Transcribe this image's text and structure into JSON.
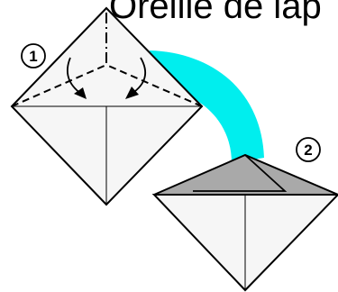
{
  "title": "Oreille de lap",
  "steps": [
    {
      "number": "1"
    },
    {
      "number": "2"
    }
  ],
  "colors": {
    "connector": "#00eeee",
    "paper_white": "#f6f6f6",
    "paper_back": "#a9a9a9",
    "outline": "#000000"
  }
}
